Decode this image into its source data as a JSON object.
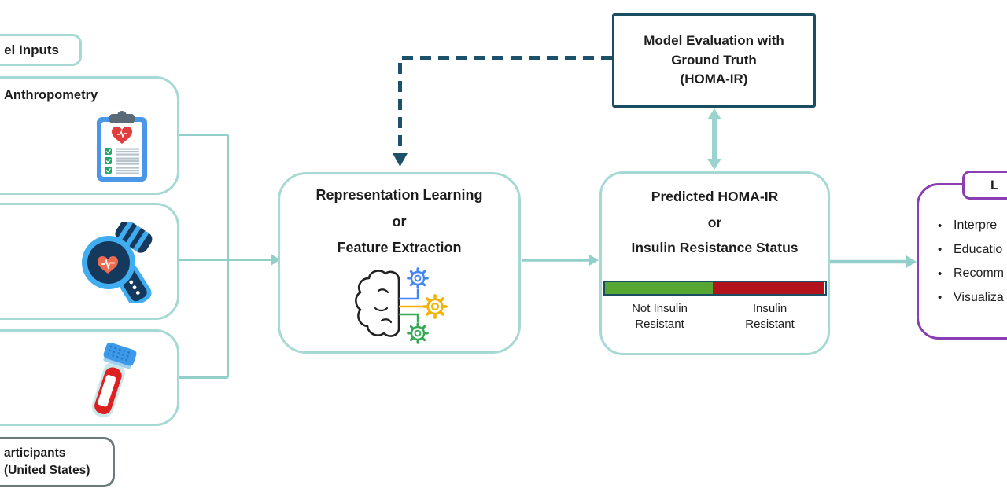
{
  "palette": {
    "teal_border": "#a6d8d4",
    "teal_connector": "#93cfca",
    "navy": "#1a4c62",
    "purple": "#8b3db3",
    "gray_border": "#6b7b7b",
    "bar_green": "#55a633",
    "bar_red": "#b1121b",
    "text": "#1d1d1d"
  },
  "inputs_panel": {
    "header_label": "el Inputs",
    "boxes": [
      {
        "title": "Anthropometry",
        "icon": "clipboard-heart-icon"
      },
      {
        "title": "",
        "icon": "smartwatch-icon"
      },
      {
        "title": "",
        "icon": "blood-tube-icon"
      }
    ],
    "source_label_line1": "articipants",
    "source_label_line2": "(United States)"
  },
  "process_box": {
    "title_line1": "Representation Learning",
    "title_line2": "or",
    "title_line3": "Feature Extraction",
    "icon": "brain-gears-icon"
  },
  "evaluation_box": {
    "title_line1": "Model Evaluation with",
    "title_line2": "Ground Truth",
    "title_line3": "(HOMA-IR)"
  },
  "prediction_box": {
    "title_line1": "Predicted HOMA-IR",
    "title_line2": "or",
    "title_line3": "Insulin Resistance Status",
    "status_bar": {
      "green_pct": 49,
      "red_pct": 51,
      "left_label_line1": "Not Insulin",
      "left_label_line2": "Resistant",
      "right_label_line1": "Insulin",
      "right_label_line2": "Resistant"
    }
  },
  "output_box": {
    "header_label": "L",
    "bullets": [
      "Interpre",
      "Educatio",
      "Recomm",
      "Visualiza"
    ]
  }
}
